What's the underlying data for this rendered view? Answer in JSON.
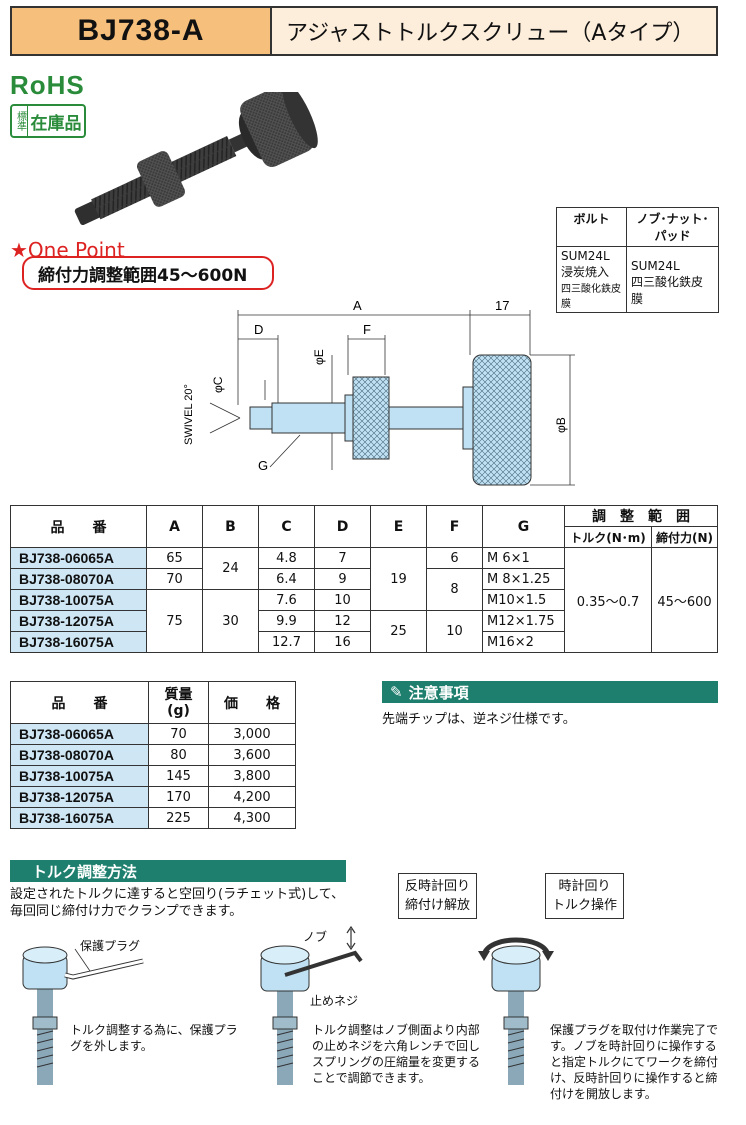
{
  "header": {
    "code": "BJ738-A",
    "name": "アジャストトルクスクリュー（Aタイプ）"
  },
  "rohs": "RoHS",
  "stock": {
    "std": "標準",
    "label": "在庫品"
  },
  "onepoint": {
    "title": "★One Point",
    "text": "締付力調整範囲45〜600N"
  },
  "material": {
    "headers": [
      "ボルト",
      "ノブ･ナット･パッド"
    ],
    "bolt": [
      "SUM24L",
      "浸炭焼入",
      "四三酸化鉄皮膜"
    ],
    "knob": [
      "SUM24L",
      "四三酸化鉄皮膜"
    ]
  },
  "drawing": {
    "A": "A",
    "dim17": "17",
    "D": "D",
    "F": "F",
    "phiE": "φE",
    "phiC": "φC",
    "phiB": "φB",
    "G": "G",
    "swivel": "SWIVEL 20°"
  },
  "spec": {
    "headers": {
      "pn": "品　　番",
      "A": "A",
      "B": "B",
      "C": "C",
      "D": "D",
      "E": "E",
      "F": "F",
      "G": "G",
      "range": "調　整　範　囲",
      "torque": "トルク(N･m)",
      "force": "締付力(N)"
    },
    "rows": [
      {
        "pn": "BJ738-06065A",
        "A": "65",
        "C": "4.8",
        "D": "7",
        "F": "6",
        "G": "M 6×1"
      },
      {
        "pn": "BJ738-08070A",
        "A": "70",
        "C": "6.4",
        "D": "9",
        "G": "M 8×1.25"
      },
      {
        "pn": "BJ738-10075A",
        "C": "7.6",
        "D": "10",
        "G": "M10×1.5"
      },
      {
        "pn": "BJ738-12075A",
        "C": "9.9",
        "D": "12",
        "G": "M12×1.75"
      },
      {
        "pn": "BJ738-16075A",
        "C": "12.7",
        "D": "16",
        "G": "M16×2"
      }
    ],
    "merged": {
      "B1": "24",
      "B2": "30",
      "A3": "75",
      "E1": "19",
      "E2": "25",
      "F2": "8",
      "F3": "10",
      "torque": "0.35〜0.7",
      "force": "45〜600"
    }
  },
  "price": {
    "headers": {
      "pn": "品　　番",
      "mass": "質量\n(g)",
      "price": "価　　格"
    },
    "rows": [
      {
        "pn": "BJ738-06065A",
        "mass": "70",
        "price": "3,000"
      },
      {
        "pn": "BJ738-08070A",
        "mass": "80",
        "price": "3,600"
      },
      {
        "pn": "BJ738-10075A",
        "mass": "145",
        "price": "3,800"
      },
      {
        "pn": "BJ738-12075A",
        "mass": "170",
        "price": "4,200"
      },
      {
        "pn": "BJ738-16075A",
        "mass": "225",
        "price": "4,300"
      }
    ]
  },
  "caution": {
    "title": "注意事項",
    "text": "先端チップは、逆ネジ仕様です。"
  },
  "torque": {
    "title": "トルク調整方法",
    "text1": "設定されたトルクに達すると空回り(ラチェット式)して、",
    "text2": "毎回同じ締付け力でクランプできます。",
    "step1_label": "保護プラグ",
    "step1_note": "トルク調整する為に、保護プラグを外します。",
    "step2_knob": "ノブ",
    "step2_screw": "止めネジ",
    "step2_note": "トルク調整はノブ側面より内部の止めネジを六角レンチで回しスプリングの圧縮量を変更することで調節できます。",
    "ccw_1": "反時計回り",
    "ccw_2": "締付け解放",
    "cw_1": "時計回り",
    "cw_2": "トルク操作",
    "step3_note": "保護プラグを取付け作業完了です。ノブを時計回りに操作すると指定トルクにてワークを締付け、反時計回りに操作すると締付けを開放します。"
  }
}
